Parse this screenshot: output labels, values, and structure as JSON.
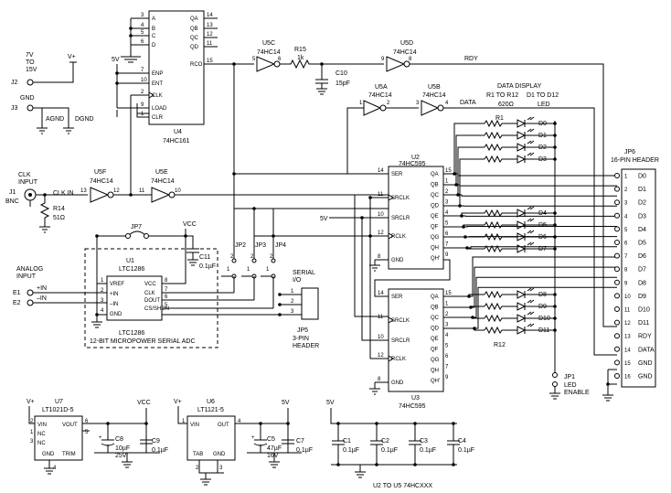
{
  "u4": {
    "name": "U4",
    "part": "74HC161",
    "pins_left": [
      "A",
      "B",
      "C",
      "D",
      "ENP",
      "ENT",
      "CLK",
      "LOAD",
      "CLR"
    ],
    "nums_left": [
      "3",
      "4",
      "5",
      "6",
      "7",
      "10",
      "2",
      "9",
      "1"
    ],
    "pins_right": [
      "QA",
      "QB",
      "QC",
      "QD",
      "RCO"
    ],
    "nums_right": [
      "14",
      "13",
      "12",
      "11",
      "15"
    ]
  },
  "supply": {
    "v_range": "7V\nTO\n15V",
    "j2": "J2",
    "vplus": "V+",
    "gnd": "GND",
    "j3": "J3",
    "agnd": "AGND",
    "dgnd": "DGND",
    "five_v": "5V",
    "vcc": "VCC"
  },
  "u5c": {
    "name": "U5C",
    "part": "74HC14",
    "in": "5",
    "out": "6"
  },
  "u5d": {
    "name": "U5D",
    "part": "74HC14",
    "in": "9",
    "out": "8"
  },
  "u5f": {
    "name": "U5F",
    "part": "74HC14",
    "in": "13",
    "out": "12"
  },
  "u5e": {
    "name": "U5E",
    "part": "74HC14",
    "in": "11",
    "out": "10"
  },
  "u5a": {
    "name": "U5A",
    "part": "74HC14",
    "in": "1",
    "out": "2"
  },
  "u5b": {
    "name": "U5B",
    "part": "74HC14",
    "in": "3",
    "out": "4"
  },
  "r15": {
    "name": "R15",
    "value": "1k"
  },
  "c10": {
    "name": "C10",
    "value": "15pF"
  },
  "rdy": "RDY",
  "data": "DATA",
  "clk": {
    "label": "CLK\nINPUT",
    "j1": "J1",
    "bnc": "BNC",
    "clk_in": "CLK IN",
    "r14": "R14",
    "r14v": "51Ω"
  },
  "display": {
    "title": "DATA DISPLAY",
    "r": "R1 TO R12",
    "rv": "620Ω",
    "d": "D1 TO D12",
    "led": "LED",
    "r1": "R1",
    "r12": "R12",
    "leds1": [
      "D0",
      "D1",
      "D2",
      "D3",
      "D4",
      "D5",
      "D6",
      "D7"
    ],
    "leds2": [
      "D8",
      "D9",
      "D10",
      "D11"
    ]
  },
  "u2": {
    "name": "U2",
    "part": "74HC595",
    "pins_left": [
      "SER",
      "SRCLK",
      "SRCLR",
      "RCLK",
      "GND"
    ],
    "nums_left": [
      "14",
      "11",
      "10",
      "12",
      "8"
    ],
    "pins_right": [
      "QA",
      "QB",
      "QC",
      "QD",
      "QE",
      "QF",
      "QG",
      "QH",
      "QH'"
    ],
    "nums_right": [
      "15",
      "1",
      "2",
      "3",
      "4",
      "5",
      "6",
      "7",
      "9"
    ]
  },
  "u3": {
    "name": "U3",
    "part": "74HC595",
    "pins_left": [
      "SER",
      "SRCLK",
      "SRCLR",
      "RCLK",
      "GND"
    ],
    "nums_left": [
      "14",
      "11",
      "10",
      "12",
      "8"
    ],
    "pins_right": [
      "QA",
      "QB",
      "QC",
      "QD",
      "QE",
      "QF",
      "QG",
      "QH",
      "QH'"
    ],
    "nums_right": [
      "15",
      "1",
      "2",
      "3",
      "4",
      "5",
      "6",
      "7",
      "9"
    ]
  },
  "jp6": {
    "name": "JP6",
    "title": "16-PIN HEADER",
    "labels": [
      "D0",
      "D1",
      "D2",
      "D3",
      "D4",
      "D5",
      "D6",
      "D7",
      "D8",
      "D9",
      "D10",
      "D11",
      "RDY",
      "DATA",
      "GND",
      "GND"
    ]
  },
  "jp1": {
    "name": "JP1",
    "label": "LED\nENABLE"
  },
  "u1": {
    "name": "U1",
    "part": "LTC1286",
    "pins_left": [
      "VREF",
      "+IN",
      "–IN",
      "GND"
    ],
    "nums_left": [
      "1",
      "2",
      "3",
      "4"
    ],
    "pins_right": [
      "VCC",
      "CLK",
      "DOUT",
      "CS/SHDN"
    ],
    "nums_right": [
      "8",
      "7",
      "6",
      "5"
    ],
    "caption1": "LTC1286",
    "caption2": "12-BIT MICROPOWER SERIAL ADC"
  },
  "jp7": "JP7",
  "c11": {
    "name": "C11",
    "value": "0.1µF"
  },
  "analog": {
    "label": "ANALOG\nINPUT",
    "e1": "E1",
    "e2": "E2",
    "pin": "+IN",
    "nin": "–IN"
  },
  "jumpers": {
    "jp2": "JP2",
    "jp3": "JP3",
    "jp4": "JP4",
    "n1": "1",
    "n2": "2"
  },
  "jp5": {
    "name": "JP5",
    "label": "3-PIN\nHEADER",
    "serial": "SERIAL\nI/O"
  },
  "u7": {
    "name": "U7",
    "part": "LT1021D-5",
    "pins": [
      "VIN",
      "NC",
      "NC",
      "GND",
      "VOUT",
      "TRIM"
    ],
    "nums": [
      "2",
      "1",
      "3",
      "4",
      "6",
      "5"
    ]
  },
  "c8": {
    "name": "C8",
    "value": "10µF\n25V"
  },
  "c9": {
    "name": "C9",
    "value": "0.1µF"
  },
  "u6": {
    "name": "U6",
    "part": "LT1121-5",
    "pins": [
      "VIN",
      "TAB",
      "GND",
      "OUT"
    ],
    "nums": [
      "1",
      "2",
      "3",
      "4"
    ]
  },
  "c5": {
    "name": "C5",
    "value": "47µF\n16V"
  },
  "c7": {
    "name": "C7",
    "value": "0.1µF"
  },
  "bypass": {
    "caps": [
      "C1",
      "C2",
      "C3",
      "C4"
    ],
    "value": "0.1µF",
    "note": "U2 TO U5 74HCXXX"
  }
}
